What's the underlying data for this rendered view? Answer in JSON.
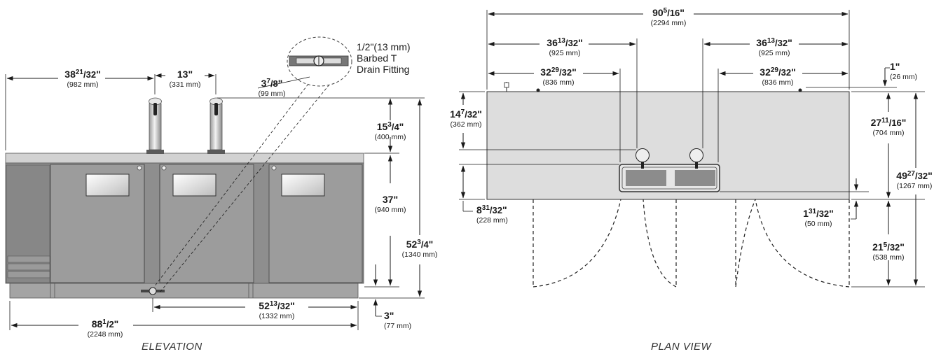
{
  "captions": {
    "elevation": "ELEVATION",
    "plan": "PLAN VIEW"
  },
  "colors": {
    "cabinet_body": "#8e8e8e",
    "cabinet_top": "#d2d2d2",
    "plan_top": "#dddddd",
    "door_panel": "#9c9c9c",
    "line": "#1a1a1a"
  },
  "elevation": {
    "fitting_callout": {
      "line1": "1/2\"(13 mm)",
      "line2": "Barbed T",
      "line3": "Drain Fitting"
    },
    "dims": {
      "left_to_tap": {
        "main": "38",
        "sup": "21",
        "den": "/32",
        "unit": "\"",
        "mm": "(982 mm)"
      },
      "tap_spacing": {
        "main": "13",
        "sup": "",
        "den": "",
        "unit": "\"",
        "mm": "(331 mm)"
      },
      "drain_offset": {
        "main": "3",
        "sup": "7",
        "den": "/8",
        "unit": "\"",
        "mm": "(99 mm)"
      },
      "tower_height": {
        "main": "15",
        "sup": "3",
        "den": "/4",
        "unit": "\"",
        "mm": "(400 mm)"
      },
      "cabinet_height": {
        "main": "37",
        "sup": "",
        "den": "",
        "unit": "\"",
        "mm": "(940 mm)"
      },
      "overall_height": {
        "main": "52",
        "sup": "3",
        "den": "/4",
        "unit": "\"",
        "mm": "(1340 mm)"
      },
      "drain_to_right": {
        "main": "52",
        "sup": "13",
        "den": "/32",
        "unit": "\"",
        "mm": "(1332 mm)"
      },
      "base_height": {
        "main": "3",
        "sup": "",
        "den": "",
        "unit": "\"",
        "mm": "(77 mm)"
      },
      "overall_width": {
        "main": "88",
        "sup": "1",
        "den": "/2",
        "unit": "\"",
        "mm": "(2248 mm)"
      }
    }
  },
  "plan": {
    "dims": {
      "overall_width": {
        "main": "90",
        "sup": "5",
        "den": "/16",
        "unit": "\"",
        "mm": "(2294 mm)"
      },
      "left_to_tap1": {
        "main": "36",
        "sup": "13",
        "den": "/32",
        "unit": "\"",
        "mm": "(925 mm)"
      },
      "right_to_tap2": {
        "main": "36",
        "sup": "13",
        "den": "/32",
        "unit": "\"",
        "mm": "(925 mm)"
      },
      "left_to_drip": {
        "main": "32",
        "sup": "29",
        "den": "/32",
        "unit": "\"",
        "mm": "(836 mm)"
      },
      "right_to_drip": {
        "main": "32",
        "sup": "29",
        "den": "/32",
        "unit": "\"",
        "mm": "(836 mm)"
      },
      "rear_offset": {
        "main": "1",
        "sup": "",
        "den": "",
        "unit": "\"",
        "mm": "(26 mm)"
      },
      "rear_to_tap": {
        "main": "14",
        "sup": "7",
        "den": "/32",
        "unit": "\"",
        "mm": "(362 mm)"
      },
      "rear_to_drip": {
        "main": "27",
        "sup": "11",
        "den": "/16",
        "unit": "\"",
        "mm": "(704 mm)"
      },
      "overall_depth": {
        "main": "49",
        "sup": "27",
        "den": "/32",
        "unit": "\"",
        "mm": "(1267 mm)"
      },
      "drip_depth": {
        "main": "8",
        "sup": "31",
        "den": "/32",
        "unit": "\"",
        "mm": "(228 mm)"
      },
      "front_overhang": {
        "main": "1",
        "sup": "31",
        "den": "/32",
        "unit": "\"",
        "mm": "(50 mm)"
      },
      "door_swing": {
        "main": "21",
        "sup": "5",
        "den": "/32",
        "unit": "\"",
        "mm": "(538 mm)"
      }
    }
  }
}
